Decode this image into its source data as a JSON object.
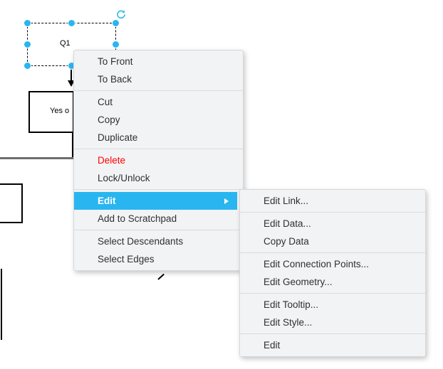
{
  "app": {
    "canvas_background": "#ffffff",
    "menu_background": "#f2f3f4",
    "accent_color": "#29b6f0",
    "danger_color": "#ff0000",
    "text_color": "#2f3032"
  },
  "diagram": {
    "selected_shape_label": "Q1",
    "shapes": [
      {
        "label": "Yes o"
      },
      {
        "label": ""
      }
    ]
  },
  "context_menu": {
    "groups": [
      {
        "items": [
          {
            "label": "To Front",
            "state": "normal"
          },
          {
            "label": "To Back",
            "state": "normal"
          }
        ]
      },
      {
        "items": [
          {
            "label": "Cut",
            "state": "normal"
          },
          {
            "label": "Copy",
            "state": "normal"
          },
          {
            "label": "Duplicate",
            "state": "normal"
          }
        ]
      },
      {
        "items": [
          {
            "label": "Delete",
            "state": "danger"
          },
          {
            "label": "Lock/Unlock",
            "state": "normal"
          }
        ]
      },
      {
        "items": [
          {
            "label": "Edit",
            "state": "selected",
            "has_submenu": true
          },
          {
            "label": "Add to Scratchpad",
            "state": "normal"
          }
        ]
      },
      {
        "items": [
          {
            "label": "Select Descendants",
            "state": "normal"
          },
          {
            "label": "Select Edges",
            "state": "normal"
          }
        ]
      }
    ]
  },
  "edit_submenu": {
    "groups": [
      {
        "items": [
          {
            "label": "Edit Link..."
          }
        ]
      },
      {
        "items": [
          {
            "label": "Edit Data..."
          },
          {
            "label": "Copy Data"
          }
        ]
      },
      {
        "items": [
          {
            "label": "Edit Connection Points..."
          },
          {
            "label": "Edit Geometry..."
          }
        ]
      },
      {
        "items": [
          {
            "label": "Edit Tooltip..."
          },
          {
            "label": "Edit Style..."
          }
        ]
      },
      {
        "items": [
          {
            "label": "Edit"
          }
        ]
      }
    ]
  }
}
